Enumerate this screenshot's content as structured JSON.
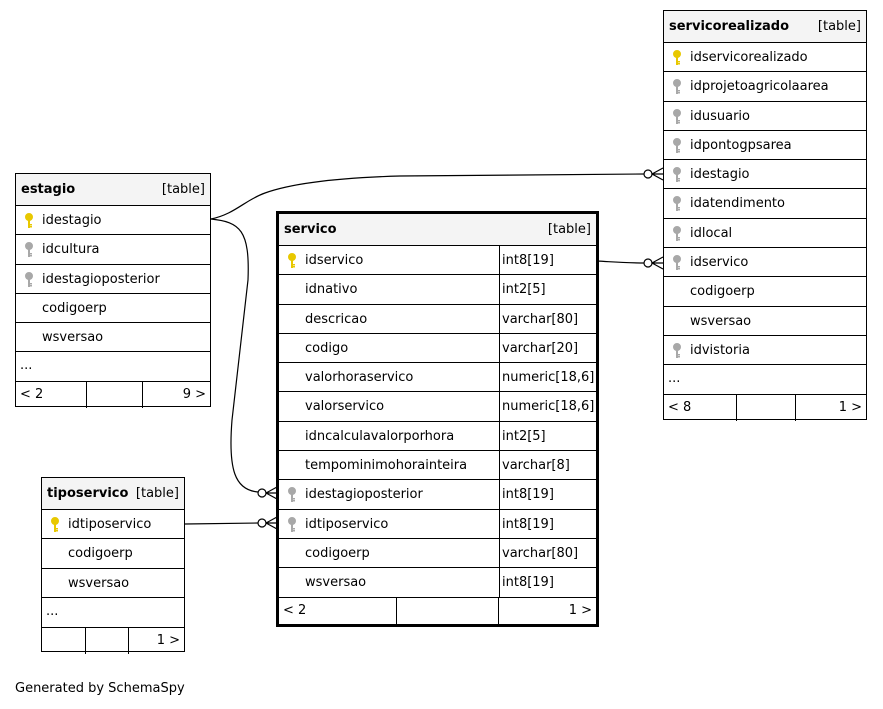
{
  "caption": "Generated by SchemaSpy",
  "colors": {
    "primary_key": "#e8c800",
    "foreign_key": "#a8a8a8",
    "header_bg": "#f4f4f4"
  },
  "tables": {
    "estagio": {
      "name": "estagio",
      "type": "[table]",
      "columns": [
        {
          "name": "idestagio",
          "key": "primary-key-icon"
        },
        {
          "name": "idcultura",
          "key": "foreign-key-icon"
        },
        {
          "name": "idestagioposterior",
          "key": "foreign-key-icon"
        },
        {
          "name": "codigoerp",
          "key": ""
        },
        {
          "name": "wsversao",
          "key": ""
        }
      ],
      "more": "...",
      "footer": [
        "< 2",
        "",
        "9 >"
      ]
    },
    "tiposervico": {
      "name": "tiposervico",
      "type": "[table]",
      "columns": [
        {
          "name": "idtiposervico",
          "key": "primary-key-icon"
        },
        {
          "name": "codigoerp",
          "key": ""
        },
        {
          "name": "wsversao",
          "key": ""
        }
      ],
      "more": "...",
      "footer": [
        "",
        "",
        "1 >"
      ]
    },
    "servico": {
      "name": "servico",
      "type": "[table]",
      "columns": [
        {
          "name": "idservico",
          "type": "int8[19]",
          "key": "primary-key-icon"
        },
        {
          "name": "idnativo",
          "type": "int2[5]",
          "key": ""
        },
        {
          "name": "descricao",
          "type": "varchar[80]",
          "key": ""
        },
        {
          "name": "codigo",
          "type": "varchar[20]",
          "key": ""
        },
        {
          "name": "valorhoraservico",
          "type": "numeric[18,6]",
          "key": ""
        },
        {
          "name": "valorservico",
          "type": "numeric[18,6]",
          "key": ""
        },
        {
          "name": "idncalculavalorporhora",
          "type": "int2[5]",
          "key": ""
        },
        {
          "name": "tempominimohorainteira",
          "type": "varchar[8]",
          "key": ""
        },
        {
          "name": "idestagioposterior",
          "type": "int8[19]",
          "key": "foreign-key-icon"
        },
        {
          "name": "idtiposervico",
          "type": "int8[19]",
          "key": "foreign-key-icon"
        },
        {
          "name": "codigoerp",
          "type": "varchar[80]",
          "key": ""
        },
        {
          "name": "wsversao",
          "type": "int8[19]",
          "key": ""
        }
      ],
      "footer": [
        "< 2",
        "",
        "1 >"
      ]
    },
    "servicorealizado": {
      "name": "servicorealizado",
      "type": "[table]",
      "columns": [
        {
          "name": "idservicorealizado",
          "key": "primary-key-icon"
        },
        {
          "name": "idprojetoagricolaarea",
          "key": "foreign-key-icon"
        },
        {
          "name": "idusuario",
          "key": "foreign-key-icon"
        },
        {
          "name": "idpontogpsarea",
          "key": "foreign-key-icon"
        },
        {
          "name": "idestagio",
          "key": "foreign-key-icon"
        },
        {
          "name": "idatendimento",
          "key": "foreign-key-icon"
        },
        {
          "name": "idlocal",
          "key": "foreign-key-icon"
        },
        {
          "name": "idservico",
          "key": "foreign-key-icon"
        },
        {
          "name": "codigoerp",
          "key": ""
        },
        {
          "name": "wsversao",
          "key": ""
        },
        {
          "name": "idvistoria",
          "key": "foreign-key-icon"
        }
      ],
      "more": "...",
      "footer": [
        "< 8",
        "",
        "1 >"
      ]
    }
  }
}
